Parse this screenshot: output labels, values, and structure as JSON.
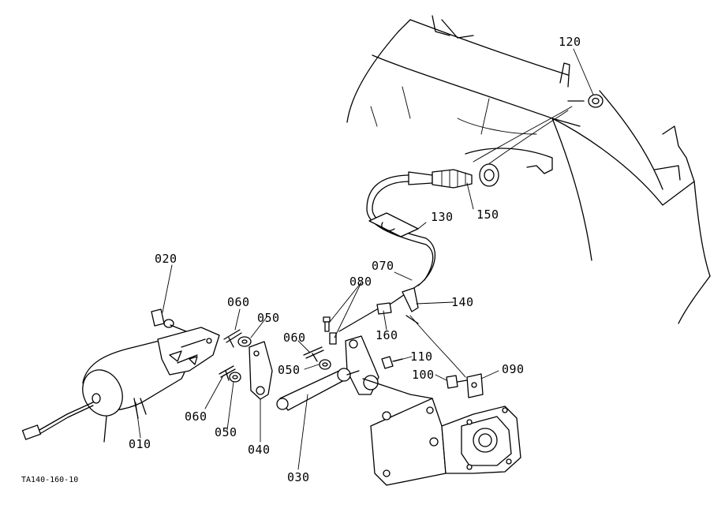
{
  "diagram": {
    "drawing_code": "TA140-160-10",
    "callouts": [
      {
        "id": "010",
        "part": "solenoid"
      },
      {
        "id": "020",
        "part": "bolt"
      },
      {
        "id": "030",
        "part": "rod"
      },
      {
        "id": "040",
        "part": "lever"
      },
      {
        "id": "050a",
        "label": "050",
        "part": "washer-upper"
      },
      {
        "id": "050b",
        "label": "050",
        "part": "washer-middle"
      },
      {
        "id": "050c",
        "label": "050",
        "part": "washer-lower"
      },
      {
        "id": "060a",
        "label": "060",
        "part": "pin-upper"
      },
      {
        "id": "060b",
        "label": "060",
        "part": "pin-middle"
      },
      {
        "id": "060c",
        "label": "060",
        "part": "pin-lower"
      },
      {
        "id": "070",
        "part": "cable"
      },
      {
        "id": "080",
        "part": "screw"
      },
      {
        "id": "090",
        "part": "plate"
      },
      {
        "id": "100",
        "part": "bolt-small"
      },
      {
        "id": "110",
        "part": "bolt-lever"
      },
      {
        "id": "120",
        "part": "nut"
      },
      {
        "id": "130",
        "part": "clamp"
      },
      {
        "id": "140",
        "part": "bracket"
      },
      {
        "id": "150",
        "part": "cable-end"
      },
      {
        "id": "160",
        "part": "joint"
      }
    ]
  }
}
